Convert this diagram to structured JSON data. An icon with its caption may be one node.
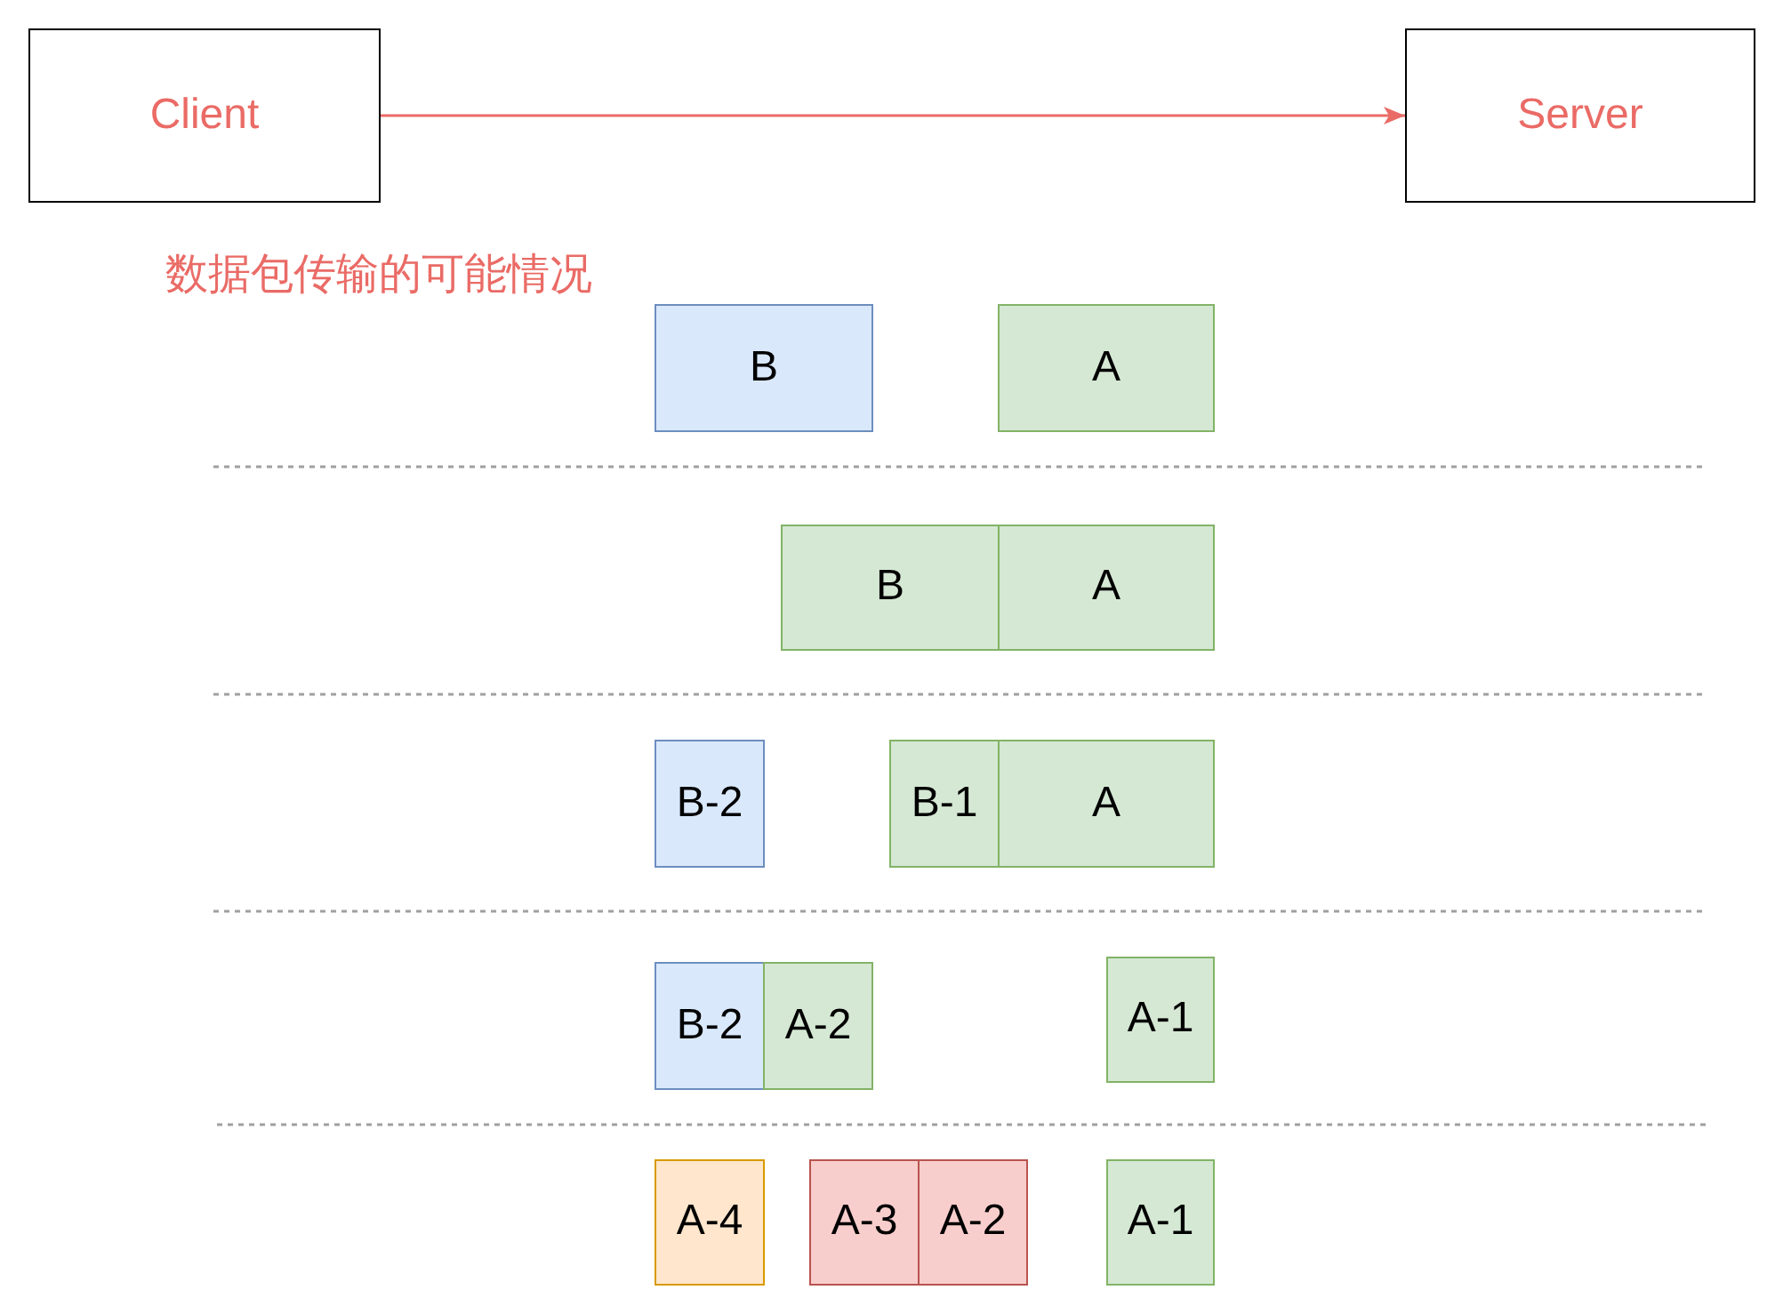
{
  "diagram": {
    "nodes": [
      {
        "text": [
          "Client"
        ]
      },
      {
        "text": [
          "Server"
        ]
      },
      {
        "text": [
          "B"
        ]
      },
      {
        "text": [
          "A"
        ]
      },
      {
        "text": [
          "B"
        ]
      },
      {
        "text": [
          "A"
        ]
      },
      {
        "text": [
          "B-2"
        ]
      },
      {
        "text": [
          "B-1"
        ]
      },
      {
        "text": [
          "A"
        ]
      },
      {
        "text": [
          "B-2"
        ]
      },
      {
        "text": [
          "A-2"
        ]
      },
      {
        "text": [
          "A-1"
        ]
      },
      {
        "text": [
          "A-4"
        ]
      },
      {
        "text": [
          "A-3"
        ]
      },
      {
        "text": [
          "A-2"
        ]
      },
      {
        "text": [
          "A-1"
        ]
      }
    ],
    "edges": [
      {
        "from": 0,
        "to": 1,
        "arrow": "to",
        "color": "#ea6b66"
      }
    ],
    "labels": [
      "数据包传输的可能情况"
    ]
  }
}
